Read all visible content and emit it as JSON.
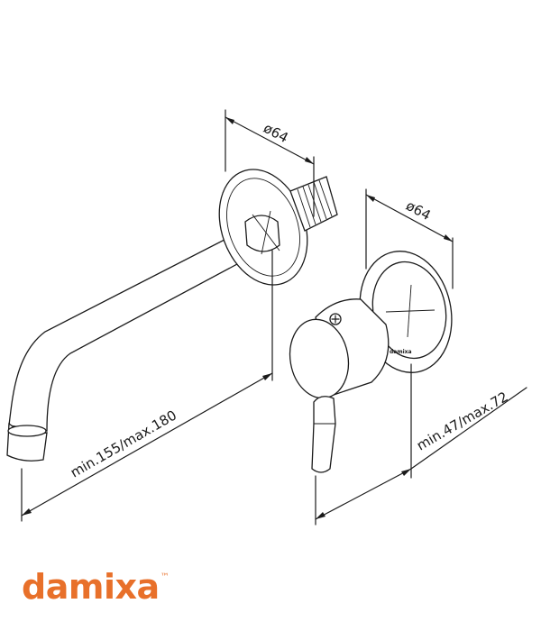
{
  "spout_dimensions": {
    "flange_diameter": "ø64",
    "length": "min.155/max.180"
  },
  "mixer_dimensions": {
    "rosette_diameter": "ø64",
    "projection": "min.47/max.72"
  },
  "mixer_brand_mark": "damixa",
  "logo": {
    "wordmark": "damixa",
    "trademark": "™",
    "color": "#e8702a"
  }
}
